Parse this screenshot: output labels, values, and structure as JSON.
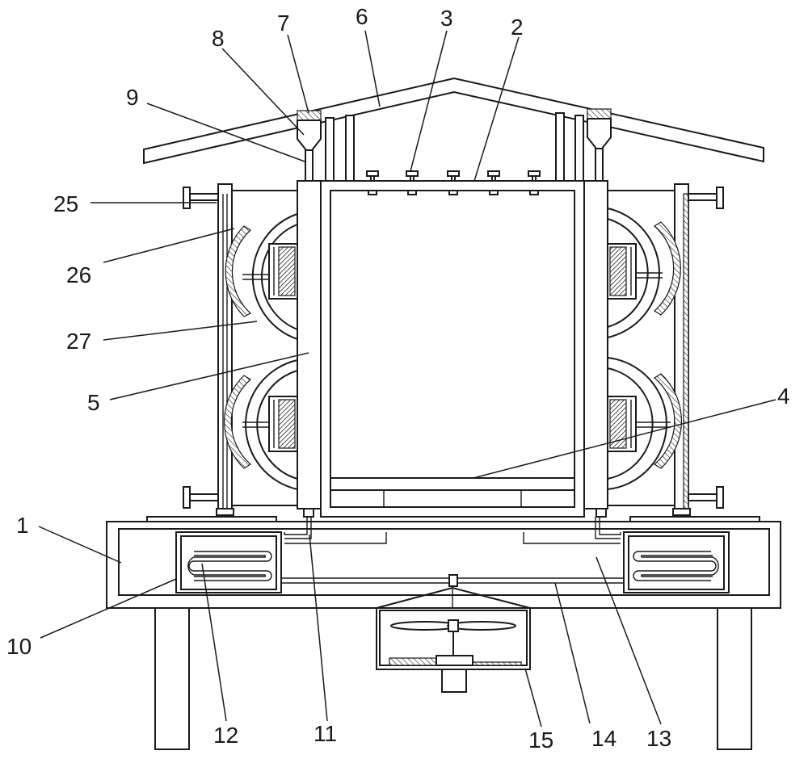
{
  "labels": {
    "l1": "1",
    "l2": "2",
    "l3": "3",
    "l4": "4",
    "l5": "5",
    "l6": "6",
    "l7": "7",
    "l8": "8",
    "l9": "9",
    "l10": "10",
    "l11": "11",
    "l12": "12",
    "l13": "13",
    "l14": "14",
    "l15": "15",
    "l25": "25",
    "l26": "26",
    "l27": "27"
  }
}
